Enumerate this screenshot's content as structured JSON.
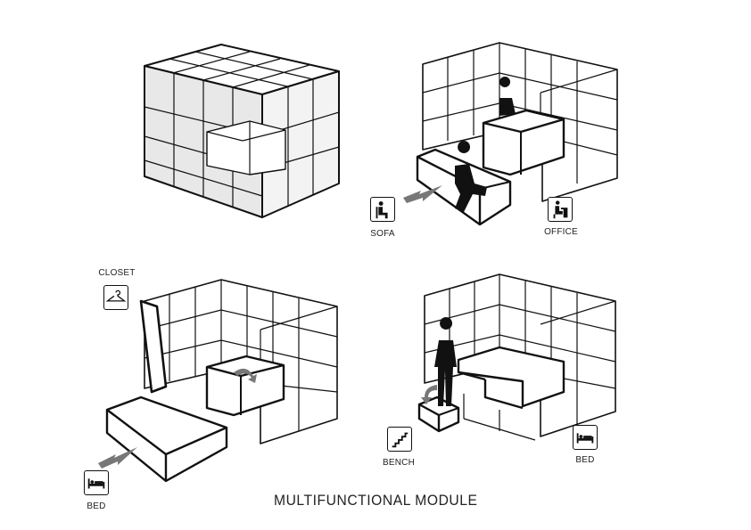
{
  "title": "MULTIFUNCTIONAL MODULE",
  "labels": {
    "sofa": "SOFA",
    "office": "OFFICE",
    "closet": "CLOSET",
    "bed_left": "BED",
    "bench": "BENCH",
    "bed_right": "BED"
  },
  "icons": {
    "sofa": "seated-person-icon",
    "office": "desk-person-icon",
    "closet": "hanger-icon",
    "bed_left": "bed-icon",
    "bench": "stairs-icon",
    "bed_right": "bed-icon"
  },
  "colors": {
    "line": "#111111",
    "fill_closed": "#e6e6e6",
    "arrow": "#777777"
  }
}
